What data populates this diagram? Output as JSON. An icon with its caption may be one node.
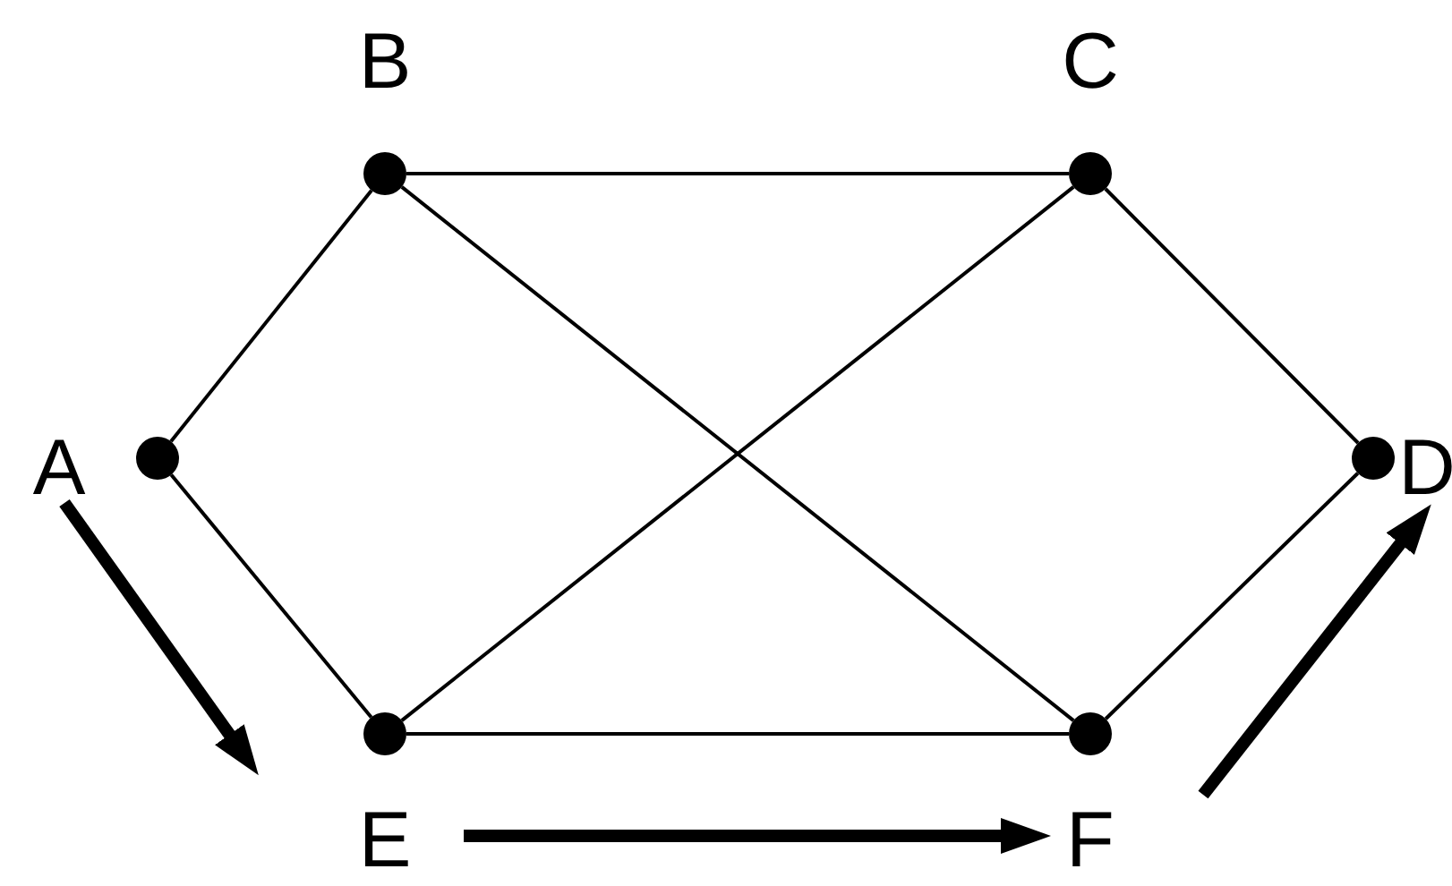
{
  "diagram": {
    "nodes": [
      {
        "text": [
          "A"
        ]
      },
      {
        "text": [
          "B"
        ]
      },
      {
        "text": [
          "C"
        ]
      },
      {
        "text": [
          "D"
        ]
      },
      {
        "text": [
          "E"
        ]
      },
      {
        "text": [
          "F"
        ]
      }
    ],
    "edges": [
      {
        "from": 0,
        "to": 1,
        "arrow": "none"
      },
      {
        "from": 0,
        "to": 4,
        "arrow": "none"
      },
      {
        "from": 1,
        "to": 2,
        "arrow": "none"
      },
      {
        "from": 1,
        "to": 5,
        "arrow": "none"
      },
      {
        "from": 2,
        "to": 4,
        "arrow": "none"
      },
      {
        "from": 2,
        "to": 3,
        "arrow": "none"
      },
      {
        "from": 4,
        "to": 5,
        "arrow": "none"
      },
      {
        "from": 5,
        "to": 3,
        "arrow": "none"
      },
      {
        "from": 0,
        "to": 4,
        "arrow": "to",
        "style": "thick"
      },
      {
        "from": 4,
        "to": 5,
        "arrow": "to",
        "style": "thick"
      },
      {
        "from": 5,
        "to": 3,
        "arrow": "to",
        "style": "thick"
      }
    ]
  }
}
